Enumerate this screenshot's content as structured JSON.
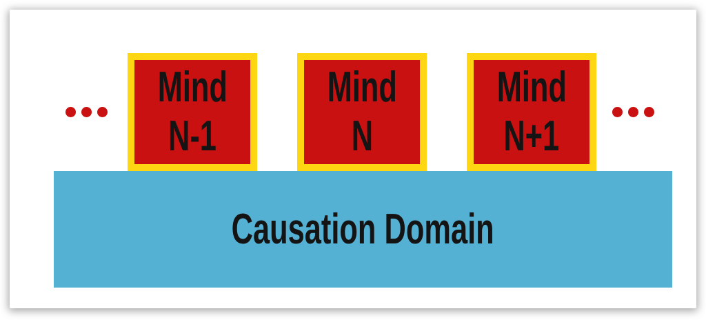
{
  "diagram": {
    "title_context": "Minds over Causation Domain diagram",
    "mind_boxes": [
      {
        "line1": "Mind",
        "line2": "N-1"
      },
      {
        "line1": "Mind",
        "line2": "N"
      },
      {
        "line1": "Mind",
        "line2": "N+1"
      }
    ],
    "causation_label": "Causation Domain",
    "icons": {
      "ellipsis_left": "ellipsis-dots",
      "ellipsis_right": "ellipsis-dots"
    },
    "colors": {
      "mind_box_fill": "#C91111",
      "mind_box_border": "#FFD612",
      "causation_bar_fill": "#55B1D4",
      "dot_color": "#C91111",
      "text_color": "#141414",
      "card_background": "#FFFFFF"
    }
  }
}
